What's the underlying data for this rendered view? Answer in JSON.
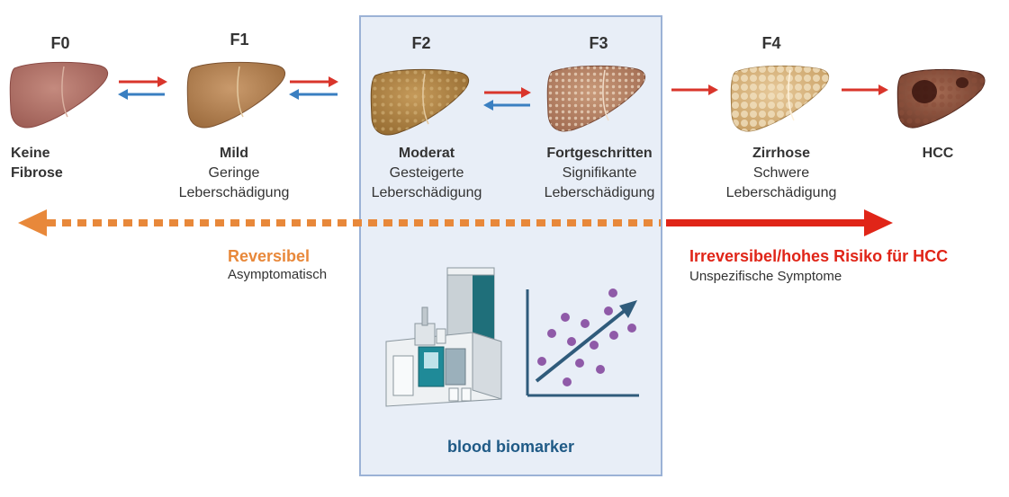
{
  "stages": [
    {
      "code": "F0",
      "name": "Keine Fibrose",
      "name_lines": [
        "Keine",
        "Fibrose"
      ],
      "desc_lines": []
    },
    {
      "code": "F1",
      "name": "Mild",
      "name_lines": [
        "Mild"
      ],
      "desc_lines": [
        "Geringe",
        "Leberschädigung"
      ]
    },
    {
      "code": "F2",
      "name": "Moderat",
      "name_lines": [
        "Moderat"
      ],
      "desc_lines": [
        "Gesteigerte",
        "Leberschädigung"
      ]
    },
    {
      "code": "F3",
      "name": "Fortgeschritten",
      "name_lines": [
        "Fortgeschritten"
      ],
      "desc_lines": [
        "Signifikante",
        "Leberschädigung"
      ]
    },
    {
      "code": "F4",
      "name": "Zirrhose",
      "name_lines": [
        "Zirrhose"
      ],
      "desc_lines": [
        "Schwere",
        "Leberschädigung"
      ]
    },
    {
      "code": "",
      "name": "HCC",
      "name_lines": [
        "HCC"
      ],
      "desc_lines": []
    }
  ],
  "reversible": {
    "title": "Reversibel",
    "subtitle": "Asymptomatisch"
  },
  "irreversible": {
    "title": "Irreversibel/hohes Risiko für HCC",
    "subtitle": "Unspezifische Symptome"
  },
  "biomarker": {
    "label": "blood biomarker"
  },
  "colors": {
    "reversible": "#e8883a",
    "irreversible": "#e02518",
    "forward_arrow": "#d9352b",
    "backward_arrow": "#3a7fc1",
    "box_fill": "#e8eef7",
    "box_border": "#9bb2d6",
    "biomarker_text": "#1f5a86",
    "scatter_dots": "#8f5aa8",
    "trend_arrow": "#2f5b7b"
  }
}
